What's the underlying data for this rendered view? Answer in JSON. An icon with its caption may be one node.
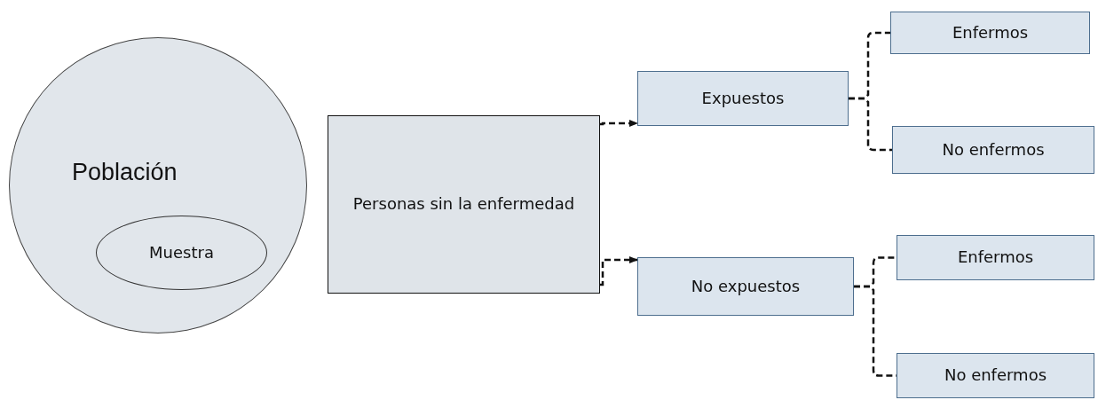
{
  "diagram": {
    "nodes": [
      {
        "text": [
          "Población"
        ]
      },
      {
        "text": [
          "Muestra"
        ],
        "in": 0
      },
      {
        "text": [
          "Personas sin la enfermedad"
        ]
      },
      {
        "text": [
          "Expuestos"
        ]
      },
      {
        "text": [
          "No expuestos"
        ]
      },
      {
        "text": [
          "Enfermos"
        ]
      },
      {
        "text": [
          "No enfermos"
        ]
      },
      {
        "text": [
          "Enfermos"
        ]
      },
      {
        "text": [
          "No enfermos"
        ]
      }
    ],
    "edges": [
      {
        "from": 2,
        "to": 3,
        "arrow": "to",
        "style": "dashed"
      },
      {
        "from": 2,
        "to": 4,
        "arrow": "to",
        "style": "dashed"
      },
      {
        "from": 3,
        "to": 5,
        "arrow": "none",
        "style": "dashed"
      },
      {
        "from": 3,
        "to": 6,
        "arrow": "none",
        "style": "dashed"
      },
      {
        "from": 4,
        "to": 7,
        "arrow": "none",
        "style": "dashed"
      },
      {
        "from": 4,
        "to": 8,
        "arrow": "none",
        "style": "dashed"
      }
    ]
  }
}
